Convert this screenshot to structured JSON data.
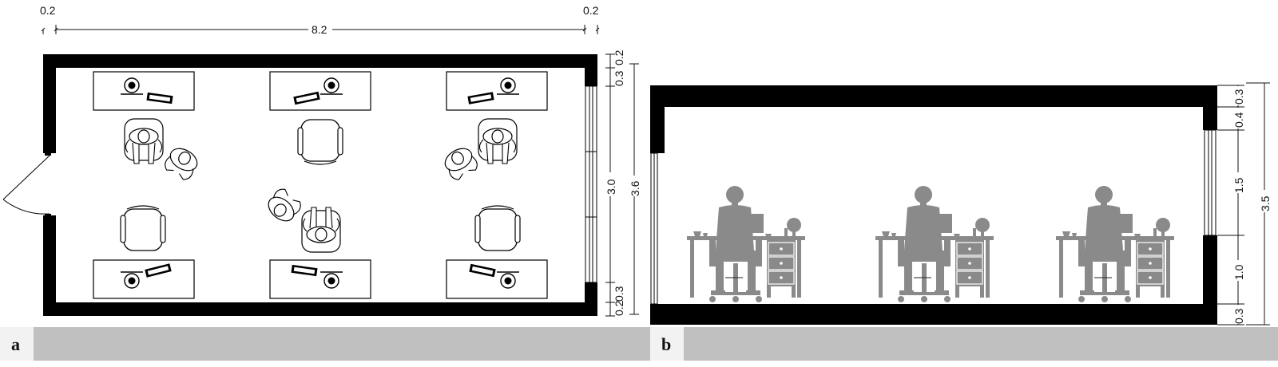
{
  "panels": [
    {
      "id": "a",
      "label": "a",
      "dimensions": {
        "wall_left": "0.2",
        "room_length": "8.2",
        "wall_right": "0.2",
        "window_width": "3.0",
        "room_depth": "3.6",
        "wall_top": "0.2",
        "window_top_offset": "0.3",
        "window_bottom_offset": "0.3",
        "wall_bottom": "0.2"
      }
    },
    {
      "id": "b",
      "label": "b",
      "dimensions": {
        "top": "0.3",
        "upper": "0.4",
        "window": "1.5",
        "sill": "1.0",
        "bottom": "0.3",
        "total_height": "3.5"
      }
    }
  ],
  "colors": {
    "wall": "#000000",
    "figure_fill": "#8a8a8a",
    "label_bar": "#c0c0c0",
    "label_box": "#f2f2f2",
    "line": "#111111"
  },
  "icons": [
    "door-icon",
    "window-icon",
    "desk-icon",
    "chair-icon",
    "person-icon",
    "monitor-icon",
    "globe-icon",
    "drawer-cabinet-icon"
  ]
}
